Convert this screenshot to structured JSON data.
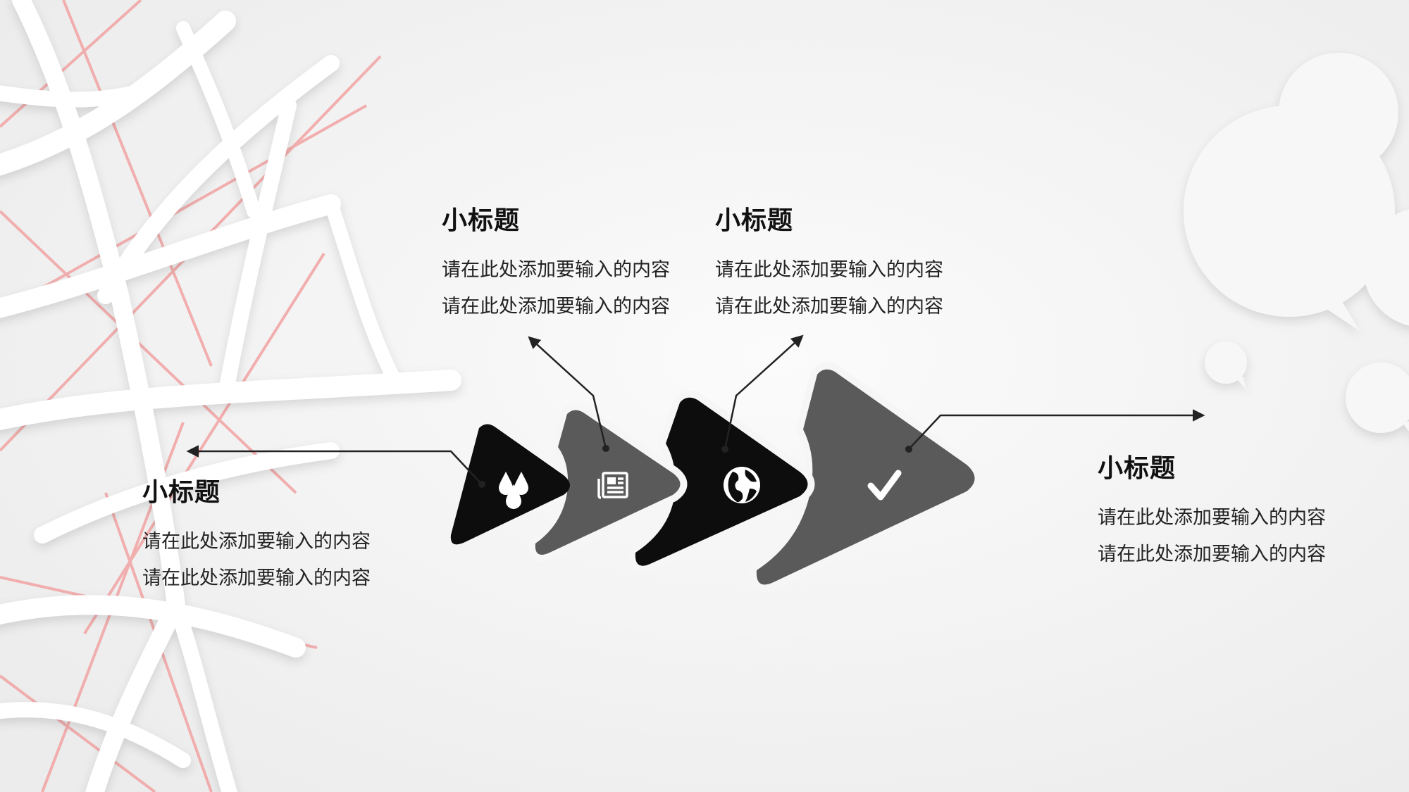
{
  "colors": {
    "background": "#f4f4f4",
    "dark": "#0d0d0d",
    "gray": "#595959",
    "accent_line": "#f0a0a0"
  },
  "steps": [
    {
      "icon": "water-drops-icon",
      "title": "小标题",
      "description": "请在此处添加要输入的内容请在此处添加要输入的内容"
    },
    {
      "icon": "newspaper-icon",
      "title": "小标题",
      "description": "请在此处添加要输入的内容请在此处添加要输入的内容"
    },
    {
      "icon": "globe-icon",
      "title": "小标题",
      "description": "请在此处添加要输入的内容请在此处添加要输入的内容"
    },
    {
      "icon": "checkmark-icon",
      "title": "小标题",
      "description": "请在此处添加要输入的内容请在此处添加要输入的内容"
    }
  ]
}
